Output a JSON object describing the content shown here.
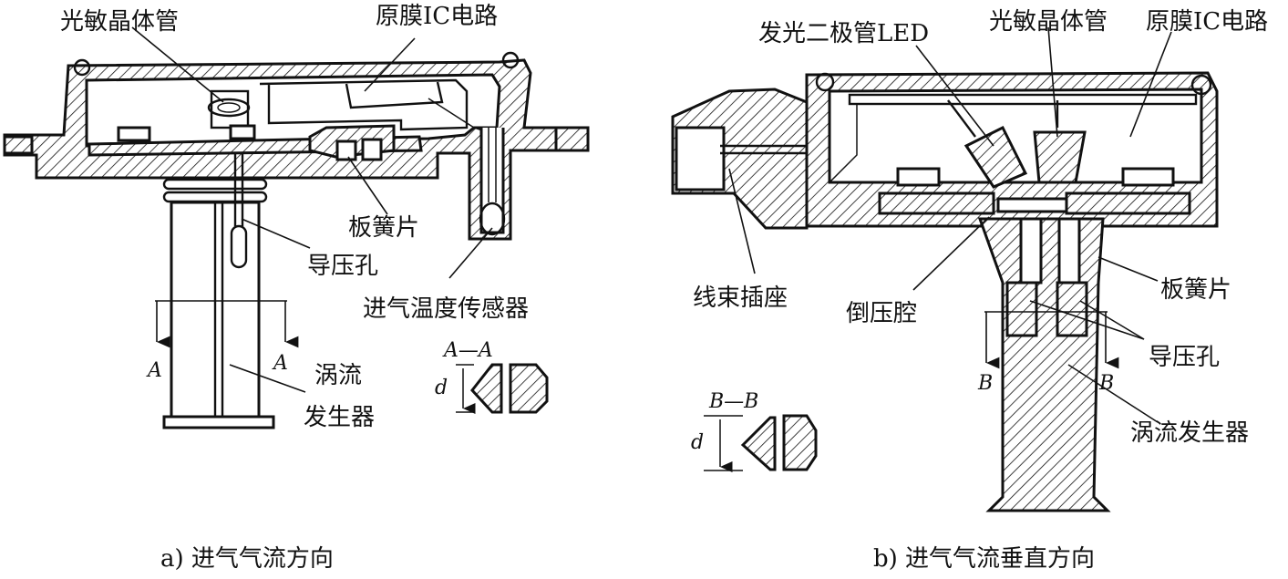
{
  "diagram_a": {
    "labels": {
      "phototransistor": "光敏晶体管",
      "thick_film_ic": "原膜IC电路",
      "leaf_spring": "板簧片",
      "pressure_hole": "导压孔",
      "intake_temp_sensor": "进气温度传感器",
      "vortex_generator_line1": "涡流",
      "vortex_generator_line2": "发生器",
      "section_mark_left": "A",
      "section_mark_right": "A",
      "section_title": "A—A",
      "dimension_d": "d"
    },
    "caption": "a) 进气气流方向"
  },
  "diagram_b": {
    "labels": {
      "led": "发光二极管LED",
      "phototransistor": "光敏晶体管",
      "thick_film_ic": "原膜IC电路",
      "harness_connector": "线束插座",
      "inverted_pressure_chamber": "倒压腔",
      "leaf_spring": "板簧片",
      "pressure_holes": "导压孔",
      "vortex_generator": "涡流发生器",
      "section_mark_left": "B",
      "section_mark_right": "B",
      "section_title": "B—B",
      "dimension_d": "d"
    },
    "caption": "b) 进气气流垂直方向"
  }
}
